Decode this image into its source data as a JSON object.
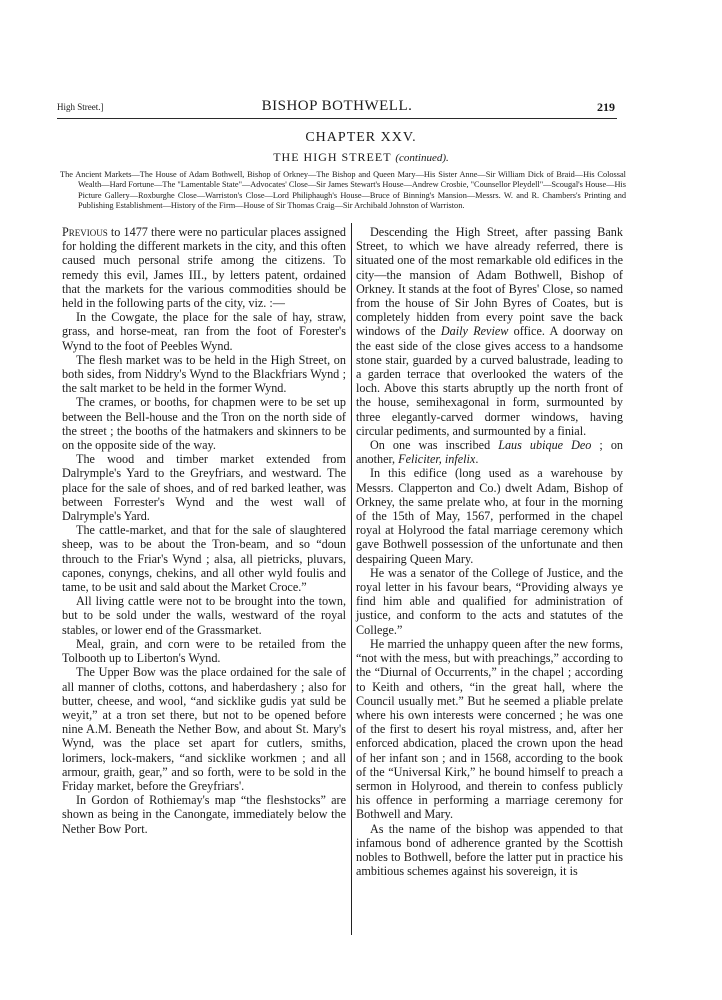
{
  "running_head": {
    "left": "High Street.]",
    "center": "BISHOP BOTHWELL.",
    "page_number": "219"
  },
  "chapter": {
    "title": "CHAPTER XXV.",
    "subtitle": "THE HIGH STREET",
    "subtitle_note": "(continued)."
  },
  "synopsis": "The Ancient Markets—The House of Adam Bothwell, Bishop of Orkney—The Bishop and Queen Mary—His Sister Anne—Sir William Dick of Braid—His Colossal Wealth—Hard Fortune—The \"Lamentable State\"—Advocates' Close—Sir James Stewart's House—Andrew Crosbie, \"Counsellor Pleydell\"—Scougal's House—His Picture Gallery—Roxburghe Close—Warriston's Close—Lord Philiphaugh's House—Bruce of Binning's Mansion—Messrs. W. and R. Chambers's Printing and Publishing Establishment—History of the Firm—House of Sir Thomas Craig—Sir Archibald Johnston of Warriston.",
  "left_column": {
    "opening_smallcaps": "Previous",
    "paragraphs": [
      " to 1477 there were no particular places assigned for holding the different markets in the city, and this often caused much personal strife among the citizens. To remedy this evil, James III., by letters patent, ordained that the markets for the various commodities should be held in the follow­ing parts of the city, viz. :—",
      "In the Cowgate, the place for the sale of hay, straw, grass, and horse-meat, ran from the foot of Forester's Wynd to the foot of Peebles Wynd.",
      "The flesh market was to be held in the High Street, on both sides, from Niddry's Wynd to the Blackfriars Wynd ; the salt market to be held in the former Wynd.",
      "The crames, or booths, for chapmen were to be set up between the Bell-house and the Tron on the north side of the street ; the booths of the hat­makers and skinners to be on the opposite side of the way.",
      "The wood and timber market extended from Dalrymple's Yard to the Greyfriars, and westward. The place for the sale of shoes, and of red barked leather, was between Forrester's Wynd and the west wall of Dalrymple's Yard.",
      "The cattle-market, and that for the sale of slaughtered sheep, was to be about the Tron-beam, and so “doun throuch to the Friar's Wynd ; alsa, all pietricks, pluvars, capones, conyngs, chekins, and all other wyld foulis and tame, to be usit and sald about the Market Croce.”",
      "All living cattle were not to be brought into the town, but to be sold under the walls, westward of the royal stables, or lower end of the Grassmarket.",
      "Meal, grain, and corn were to be retailed from the Tolbooth up to Liberton's Wynd.",
      "The Upper Bow was the place ordained for the sale of all manner of cloths, cottons, and haber­dashery ; also for butter, cheese, and wool, “and sicklike gudis yat suld be weyit,” at a tron set there, but not to be opened before nine A.M. Be­neath the Nether Bow, and about St. Mary's Wynd, was the place set apart for cutlers, smiths, lorimers, lock-makers, “and sicklike workmen ; and all armour, graith, gear,” and so forth, were to be sold in the Friday market, before the Greyfriars'.",
      "In Gordon of Rothiemay's map “the flesh­stocks” are shown as being in the Canongate, immediately below the Nether Bow Port."
    ]
  },
  "right_column": {
    "paragraphs": [
      "Descending the High Street, after passing Bank Street, to which we have already referred, there is situated one of the most remarkable old edifices in the city—the mansion of Adam Bothwell, Bishop of Orkney. It stands at the foot of Byres' Close, so named from the house of Sir John Byres of Coates, but is completely hidden from every point save the back windows of the ",
      "On one was inscribed ",
      "In this edifice (long used as a warehouse by Messrs. Clapperton and Co.) dwelt Adam, Bishop of Orkney, the same prelate who, at four in the morning of the 15th of May, 1567, performed in the chapel royal at Holyrood the fatal marriage ceremony which gave Bothwell possession of the unfortunate and then despairing Queen Mary.",
      "He was a senator of the College of Justice, and the royal letter in his favour bears, “Providing always ye find him able and qualified for adminis­tration of justice, and conform to the acts and statutes of the College.”",
      "He married the unhappy queen after the new forms, “not with the mess, but with preach­ings,” according to the “Diurnal of Occurrents,” in the chapel ; according to Keith and others, “in the great hall, where the Council usually met.” But he seemed a pliable prelate where his own interests were concerned ; he was one of the first to desert his royal mistress, and, after her enforced abdication, placed the crown upon the head of her infant son ; and in 1568, according to the book of the “Universal Kirk,” he bound himself to preach a sermon in Holyrood, and therein to confess publicly his offence in performing a marriage cere­mony for Bothwell and Mary.",
      "As the name of the bishop was appended to that infamous bond of adherence granted by the Scottish nobles to Bothwell, before the latter put in practice his ambitious schemes against his sovereign, it is"
    ],
    "p1_italic": "Daily Review",
    "p1_tail": " office. A doorway on the east side of the close gives access to a handsome stone stair, guarded by a curved balustrade, leading to a garden terrace that over­looked the waters of the loch. Above this starts abruptly up the north front of the house, semi­hexagonal in form, surmounted by three elegantly-carved dormer windows, having circular pediments, and surmounted by a finial.",
    "p2_italic1": "Laus ubique Deo",
    "p2_mid": " ; on another, ",
    "p2_italic2": "Feliciter, infelix",
    "p2_tail": "."
  }
}
